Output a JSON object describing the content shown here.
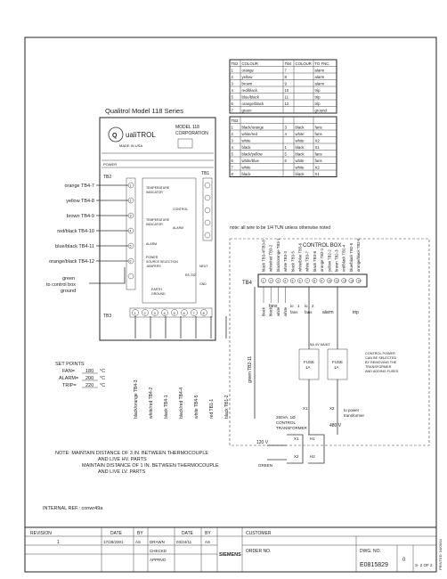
{
  "device": {
    "series_title": "Qualitrol Model 118 Series",
    "logo_text": "ualiTROL",
    "model_lines": [
      "MODEL 118",
      "CORPORATION"
    ],
    "made_in": "MADE IN USA",
    "tb1": "TB1",
    "tb2": "TB2",
    "tb3": "TB3",
    "power_row": "POWER",
    "inner_labels": [
      "TEMPERATURE",
      "INDICATOR",
      "CONTROL",
      "ALARM",
      "TEMPERATURE",
      "INDICATOR",
      "ALARM",
      "POWER",
      "SOURCE SELECTION",
      "JUMPERS",
      "EARTH",
      "GROUND",
      "NEUT",
      "GND",
      "RS 232"
    ]
  },
  "left_wires": [
    {
      "color": "orange",
      "term": "TB4-7"
    },
    {
      "color": "yellow",
      "term": "TB4-8"
    },
    {
      "color": "brown",
      "term": "TB4-9"
    },
    {
      "color": "red/black",
      "term": "TB4-10"
    },
    {
      "color": "blue/black",
      "term": "TB4-11"
    },
    {
      "color": "orange/black",
      "term": "TB4-12"
    }
  ],
  "ground_note": [
    "green",
    "to control box",
    "ground"
  ],
  "bottom_wires": [
    "black/orange",
    "TB4-3",
    "white/red",
    "TB4-2",
    "black",
    "TB4-1",
    "black/red",
    "TB4-4",
    "white",
    "TB4-5",
    "red",
    "TB1-1",
    "black",
    "TB1-2"
  ],
  "setpoints": {
    "title": "SET POINTS",
    "fan": {
      "label": "FAN=",
      "value": "180",
      "unit": "°C"
    },
    "alarm": {
      "label": "ALARM=",
      "value": "200",
      "unit": "°C"
    },
    "trip": {
      "label": "TRIP=",
      "value": "220",
      "unit": "°C"
    }
  },
  "tb2_table": {
    "header": [
      "TB2",
      "COLOUR",
      "TB4",
      "COLOUR",
      "TO FNC."
    ],
    "rows": [
      [
        "1",
        "orange",
        "7",
        "",
        "alarm"
      ],
      [
        "2",
        "yellow",
        "8",
        "",
        "alarm"
      ],
      [
        "3",
        "brown",
        "9",
        "",
        "alarm"
      ],
      [
        "4",
        "red/black",
        "10",
        "",
        "trip"
      ],
      [
        "5",
        "blue/black",
        "11",
        "",
        "trip"
      ],
      [
        "6",
        "orange/black",
        "12",
        "",
        "trip"
      ],
      [
        "7",
        "green",
        "",
        "",
        "ground"
      ]
    ]
  },
  "tb3_table": {
    "header": [
      "TB3",
      "",
      "",
      "",
      ""
    ],
    "rows": [
      [
        "1",
        "black/orange",
        "3",
        "black",
        "fans"
      ],
      [
        "2",
        "white/red",
        "4",
        "white",
        "fans"
      ],
      [
        "3",
        "white",
        "",
        "white",
        "X2"
      ],
      [
        "4",
        "black",
        "1",
        "black",
        "X1"
      ],
      [
        "5",
        "black/yellow",
        "5",
        "black",
        "fans"
      ],
      [
        "6",
        "white/blue",
        "6",
        "white",
        "fans"
      ],
      [
        "7",
        "white",
        "",
        "white",
        "X2"
      ],
      [
        "8",
        "black",
        "",
        "black",
        "X1"
      ]
    ]
  },
  "table_note": "note: all wire to be 1/4 TUN unless otherwise noted",
  "control_box": {
    "title": "CONTROL BOX",
    "tb4": "TB4",
    "terminal_labels": [
      "black TB3-4/TB3-8",
      "white/red TB3-2",
      "black/orange TB3-1",
      "white TB3-3",
      "black TB3-5",
      "white/blue TB3-6",
      "white TB3-7",
      "black TB3-8",
      "orange TB2-1",
      "yellow TB2-2",
      "brown TB2-3",
      "red/black TB2-4",
      "blue/black TB2-5",
      "orange/black TB2-6"
    ],
    "bottom_labels": [
      "black",
      "black",
      "white",
      "white"
    ],
    "groups": [
      "fans",
      "alarm",
      "trip"
    ],
    "group_sub": [
      "lo",
      "1",
      "lo",
      "2",
      "fans",
      "fans"
    ],
    "green_wire": "green TB2-11",
    "fuse1": [
      "FUSE",
      "1A"
    ],
    "fuse2": [
      "FUSE",
      "1A"
    ],
    "fuse_header": "5A 4V 6A/AT",
    "note_right": [
      "CONTROL POWER",
      "CAN BE SELECTED",
      "BY REMOVING THE",
      "TRANSFORMER",
      "AND ADDING FUSES"
    ],
    "x_labels": [
      "X1",
      "X2"
    ],
    "to_power": [
      "to power",
      "transformer"
    ],
    "transformer": [
      "250VA, 1Ø",
      "CONTROL",
      "TRANSFORMER"
    ],
    "volts_480": "480 V",
    "h_labels": [
      "H1",
      "H2"
    ],
    "v120": "120 V",
    "x_bottom": [
      "X1",
      "X2"
    ],
    "green_bottom": "GREEN"
  },
  "notes": [
    "NOTE: MAINTAIN DISTANCE OF 3 IN. BETWEEN THERMOCOUPLE",
    "AND LIVE HV. PARTS",
    "MAINTAIN DISTANCE OF 1 IN. BETWEEN THERMOCOUPLE",
    "AND LIVE LV. PARTS"
  ],
  "internal_ref": "INTERNAL REF.: conwr49a",
  "title_block": {
    "revision": "REVISION",
    "date": "DATE",
    "by": "BY",
    "date2": "DATE",
    "by2": "BY",
    "rev_no": "1",
    "rev_date": "17/28/2001",
    "rev_by": "AS",
    "drawn": "DRAWN",
    "drawn_date": "03/24/11",
    "drawn_by": "AS",
    "checked": "CHECKD",
    "approved": "APPRVD",
    "company": "SIEMENS",
    "customer": "CUSTOMER",
    "order": "ORDER NO.",
    "dwg": "DWG. NO.",
    "dwg_no": "E0815829",
    "rev_box": "0",
    "sheet": "S- 2 OF 2"
  },
  "side_text": "PRINTED: 04/06/11"
}
